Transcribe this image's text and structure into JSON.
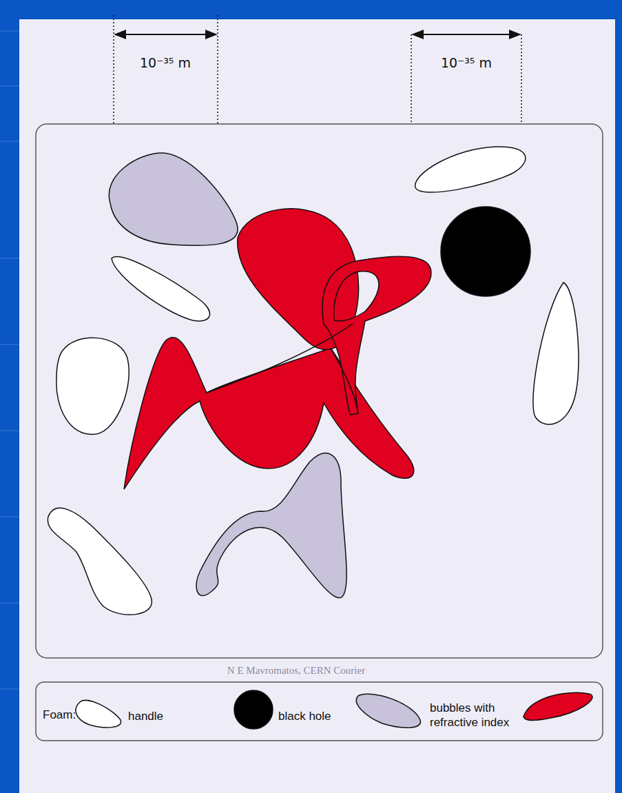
{
  "diagram": {
    "labels": [
      "10⁻³⁵ m",
      "10⁻³⁵ m",
      "Foam:",
      "N E Mavromatos, CERN Courier"
    ],
    "legend": [
      {
        "text": "handle"
      },
      {
        "text": "black hole"
      },
      {
        "text": "bubbles with refractive index"
      }
    ]
  }
}
